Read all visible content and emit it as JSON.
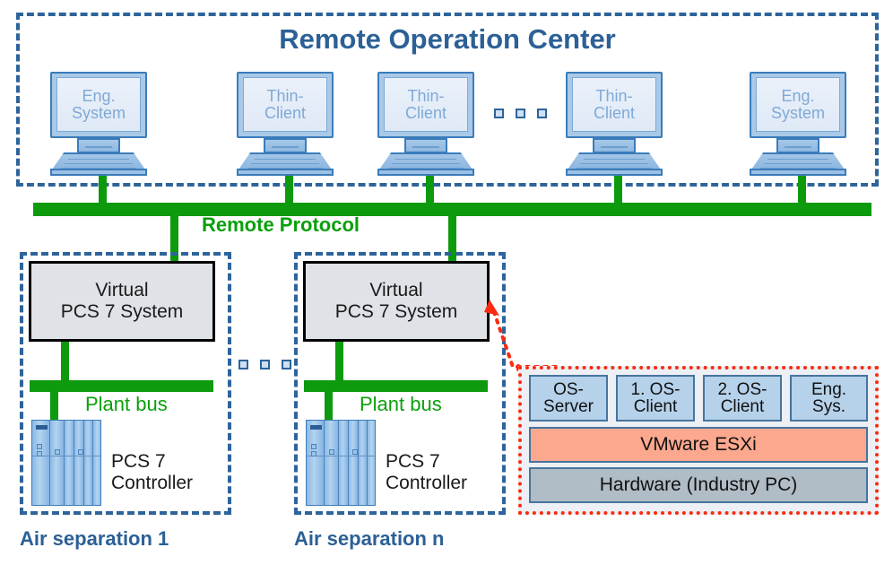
{
  "diagram": {
    "title": "Remote Operation Center",
    "remote_protocol_label": "Remote Protocol",
    "ellipsis_glyph": "□"
  },
  "workstations": [
    {
      "line1": "Eng.",
      "line2": "System",
      "name": "eng-system-left"
    },
    {
      "line1": "Thin-",
      "line2": "Client",
      "name": "thin-client-1"
    },
    {
      "line1": "Thin-",
      "line2": "Client",
      "name": "thin-client-2"
    },
    {
      "line1": "Thin-",
      "line2": "Client",
      "name": "thin-client-n"
    },
    {
      "line1": "Eng.",
      "line2": "System",
      "name": "eng-system-right"
    }
  ],
  "air_separations": [
    {
      "frame_label": "Air separation  1",
      "system_line1": "Virtual",
      "system_line2": "PCS 7 System",
      "plant_bus_label": "Plant bus",
      "controller_line1": "PCS 7",
      "controller_line2": "Controller"
    },
    {
      "frame_label": "Air separation n",
      "system_line1": "Virtual",
      "system_line2": "PCS 7 System",
      "plant_bus_label": "Plant bus",
      "controller_line1": "PCS 7",
      "controller_line2": "Controller"
    }
  ],
  "virtualization_panel": {
    "vms": [
      {
        "line1": "OS-",
        "line2": "Server"
      },
      {
        "line1": "1. OS-",
        "line2": "Client"
      },
      {
        "line1": "2. OS-",
        "line2": "Client"
      },
      {
        "line1": "Eng.",
        "line2": "Sys."
      }
    ],
    "hypervisor_label": "VMware ESXi",
    "hardware_label": "Hardware (Industry PC)"
  },
  "colors": {
    "frame_blue": "#2d649b",
    "title_blue": "#2c6096",
    "network_green": "#0d9a0d",
    "plant_bus_green": "#0aa00a",
    "callout_red": "#fb2a10",
    "vm_blue": "#b5d2ea",
    "esxi_salmon": "#fba88e",
    "hardware_gray": "#b0bcc6",
    "system_box_gray": "#dfe2e7"
  }
}
